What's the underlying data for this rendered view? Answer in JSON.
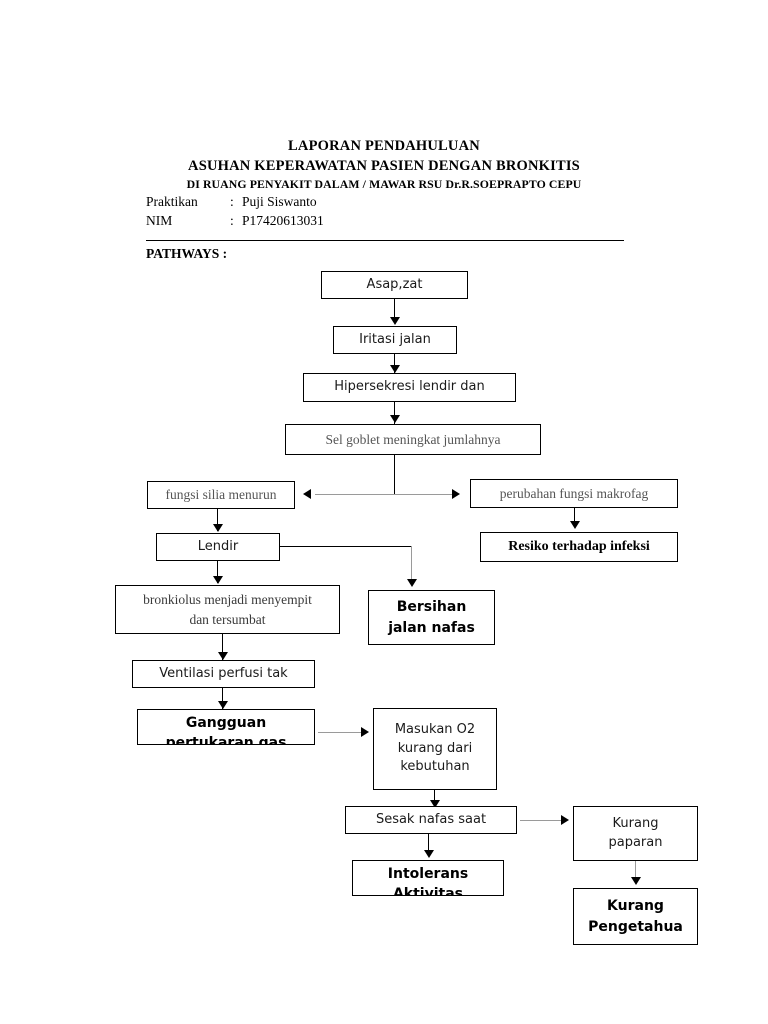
{
  "document": {
    "header": {
      "line1": "LAPORAN PENDAHULUAN",
      "line2": "ASUHAN KEPERAWATAN PASIEN DENGAN BRONKITIS",
      "line3": "DI RUANG PENYAKIT DALAM / MAWAR RSU Dr.R.SOEPRAPTO CEPU"
    },
    "meta": {
      "praktikan_label": "Praktikan",
      "praktikan_colon": ":",
      "praktikan_value": "Puji Siswanto",
      "nim_label": "NIM",
      "nim_colon": ":",
      "nim_value": "P17420613031"
    },
    "section_label": "PATHWAYS :"
  },
  "flowchart": {
    "nodes": [
      {
        "id": "asap",
        "line1": "Asap,zat"
      },
      {
        "id": "iritasi",
        "line1": "Iritasi jalan"
      },
      {
        "id": "hipersekresi",
        "line1": "Hipersekresi lendir dan"
      },
      {
        "id": "selgoblet",
        "line1": "Sel goblet meningkat jumlahnya"
      },
      {
        "id": "fungsisilia",
        "line1": "fungsi silia menurun"
      },
      {
        "id": "makrofag",
        "line1": "perubahan fungsi makrofag"
      },
      {
        "id": "resiko",
        "line1": "Resiko terhadap infeksi"
      },
      {
        "id": "lendir",
        "line1": "Lendir"
      },
      {
        "id": "bronkiolus",
        "line1": "bronkiolus menjadi menyempit",
        "line2": "dan tersumbat"
      },
      {
        "id": "bersihan",
        "line1": "Bersihan",
        "line2": "jalan nafas"
      },
      {
        "id": "ventilasi",
        "line1": "Ventilasi perfusi tak"
      },
      {
        "id": "gangguan",
        "line1": "Gangguan",
        "line2": "pertukaran gas"
      },
      {
        "id": "masukano2",
        "line1": "Masukan  O2",
        "line2": "kurang dari",
        "line3": "kebutuhan"
      },
      {
        "id": "sesak",
        "line1": "Sesak nafas saat"
      },
      {
        "id": "intolerans",
        "line1": "Intolerans",
        "line2": "Aktivitas"
      },
      {
        "id": "kurangpaparan",
        "line1": "Kurang",
        "line2": "paparan"
      },
      {
        "id": "kurangpeng",
        "line1": "Kurang",
        "line2": "Pengetahua"
      }
    ]
  },
  "colors": {
    "page_background": "#ffffff",
    "ink": "#000000",
    "gray_text": "#555555",
    "connector_light": "#9a9a9a"
  }
}
